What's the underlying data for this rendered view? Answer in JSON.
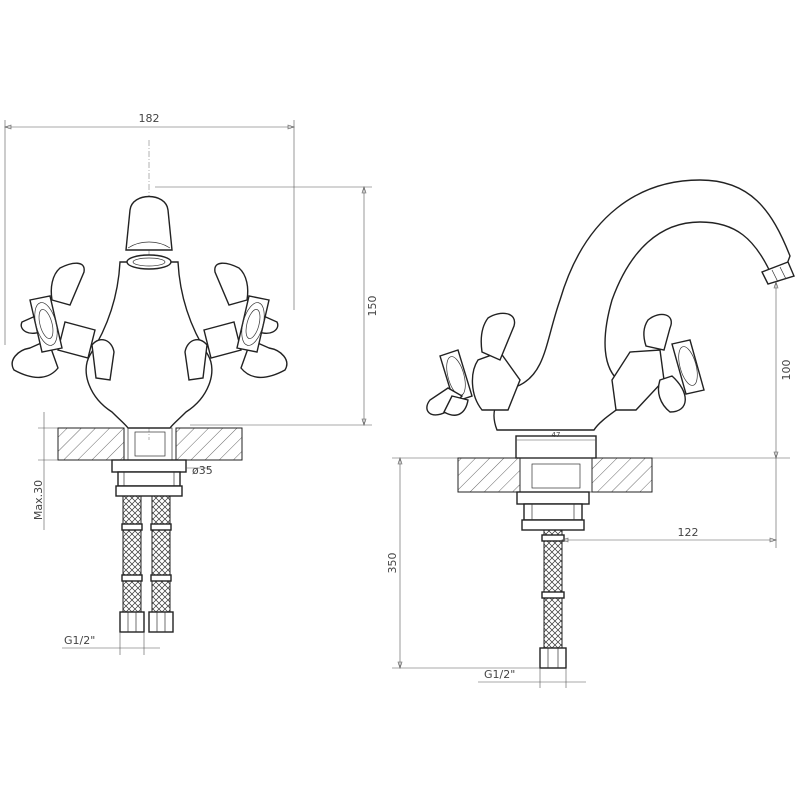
{
  "drawing": {
    "front_view": {
      "width_label": "182",
      "height_label": "150",
      "diameter_label": "ø35",
      "thickness_label": "Max.30",
      "thread_label": "G1/2\""
    },
    "side_view": {
      "base_label": "47",
      "spout_height_label": "100",
      "reach_label": "122",
      "hose_length_label": "350",
      "thread_label": "G1/2\""
    }
  }
}
